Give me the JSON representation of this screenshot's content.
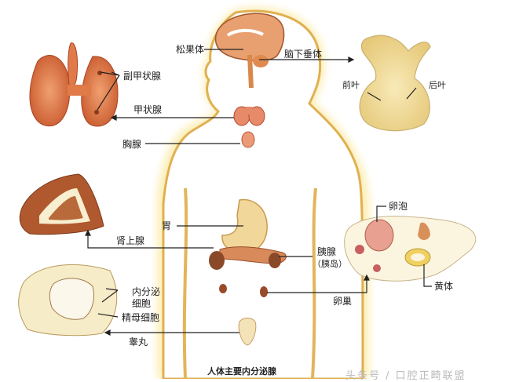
{
  "diagram": {
    "title": "人体主要内分泌腺",
    "watermark": "头条号 / 口腔正畸联盟",
    "labels": {
      "pineal": "松果体",
      "pituitary": "脑下垂体",
      "anterior_lobe": "前叶",
      "posterior_lobe": "后叶",
      "parathyroid": "副甲状腺",
      "thyroid": "甲状腺",
      "thymus": "胸腺",
      "stomach": "胃",
      "adrenal": "肾上腺",
      "pancreas": "胰腺",
      "pancreatic_islets": "（胰岛）",
      "ovary": "卵巢",
      "follicle": "卵泡",
      "corpus_luteum": "黄体",
      "endocrine_cells_1": "内分泌",
      "endocrine_cells_2": "细胞",
      "spermatogonia": "精母细胞",
      "testis": "睾丸"
    },
    "colors": {
      "body_outline": "#e8b84a",
      "body_glow": "#fbeaa6",
      "organ_red": "#d9683a",
      "organ_dark": "#8a4a2a",
      "pituitary_yellow": "#f3e2a0",
      "leader_line": "#222222"
    }
  }
}
